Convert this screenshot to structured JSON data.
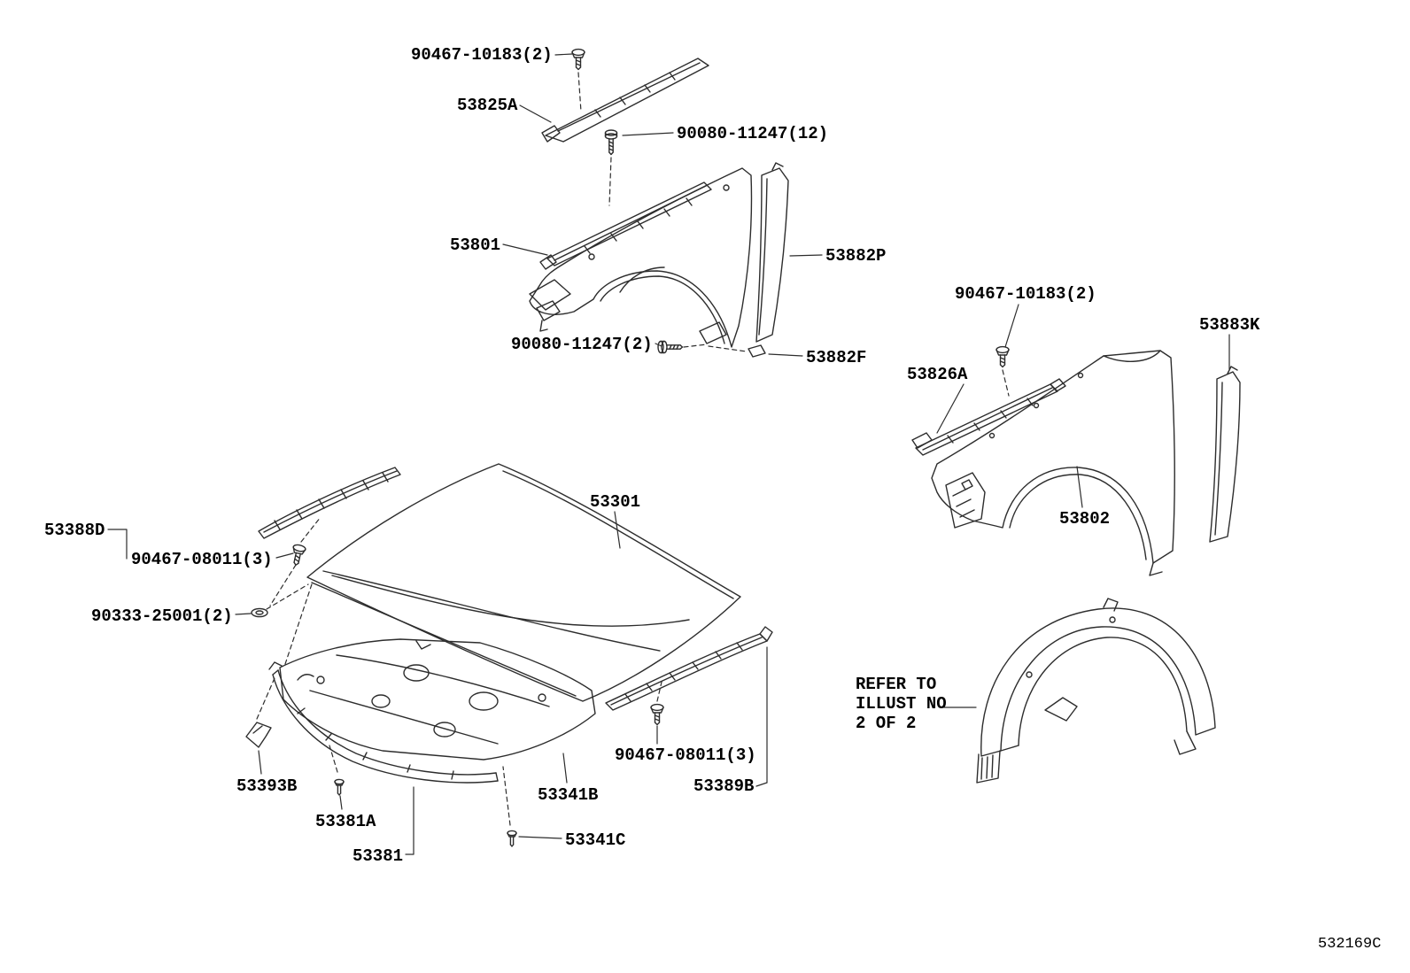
{
  "diagram": {
    "code": "532169C",
    "note": "REFER TO\nILLUST NO\n2 OF 2",
    "line_color": "#2d2d2d",
    "text_color": "#000000",
    "background": "#ffffff",
    "labels": {
      "screw_top": "90467-10183(2)",
      "panel_53825A": "53825A",
      "screw_12": "90080-11247(12)",
      "fender_53801": "53801",
      "pad_53882P": "53882P",
      "screw_2": "90080-11247(2)",
      "pad_53882F": "53882F",
      "screw_right": "90467-10183(2)",
      "pad_53883K": "53883K",
      "panel_53826A": "53826A",
      "fender_53802": "53802",
      "hood_53301": "53301",
      "seal_53388D": "53388D",
      "clip_left": "90467-08011(3)",
      "grommet_90333": "90333-25001(2)",
      "bracket_53393B": "53393B",
      "pin_53381A": "53381A",
      "seal_53381": "53381",
      "insulator_53341B": "53341B",
      "pin_53341C": "53341C",
      "clip_right": "90467-08011(3)",
      "seal_53389B": "53389B"
    }
  }
}
